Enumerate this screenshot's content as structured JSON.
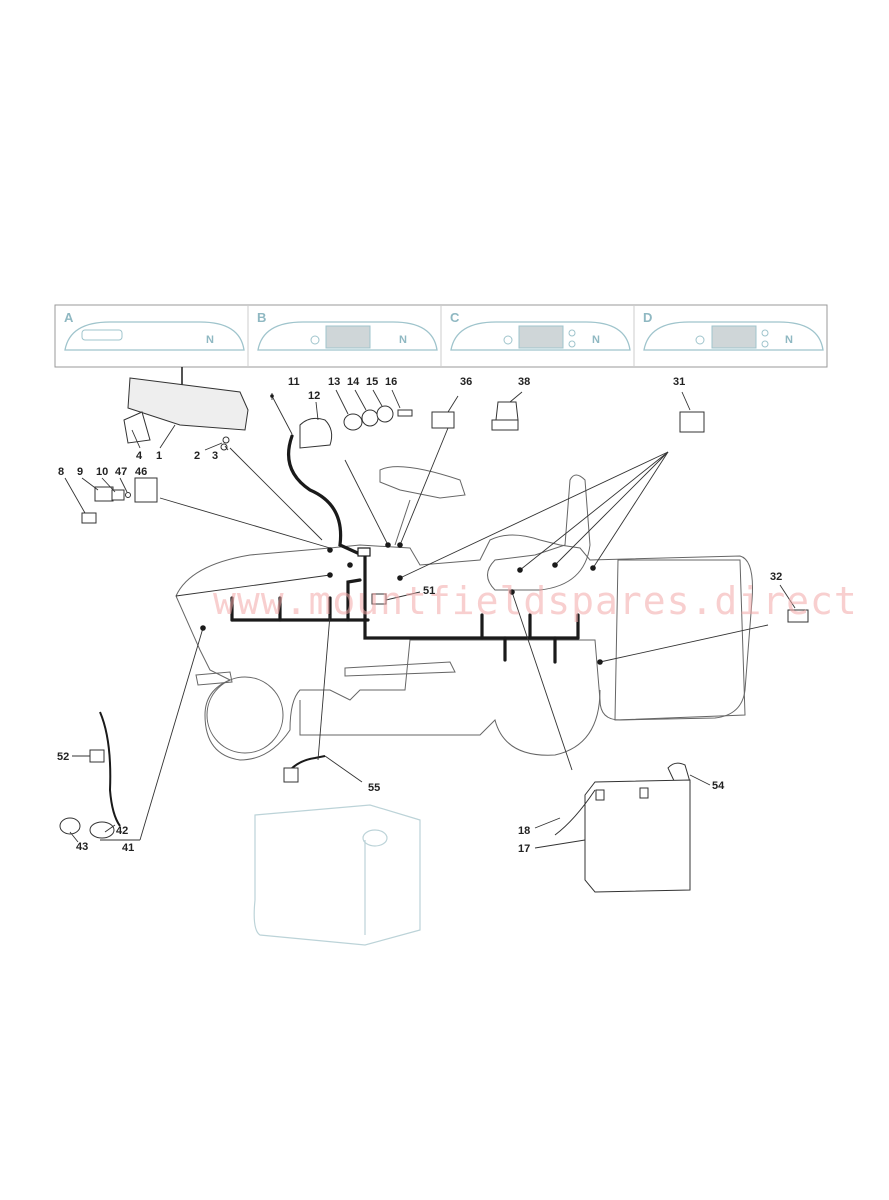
{
  "variants": [
    "A",
    "B",
    "C",
    "D"
  ],
  "panel_symbol": "N",
  "watermark": "www.mountfieldspares.direct",
  "callouts": {
    "c1": "1",
    "c2": "2",
    "c3": "3",
    "c4": "4",
    "c8": "8",
    "c9": "9",
    "c10": "10",
    "c47": "47",
    "c46": "46",
    "c11": "11",
    "c12": "12",
    "c13": "13",
    "c14": "14",
    "c15": "15",
    "c16": "16",
    "c36": "36",
    "c38": "38",
    "c31": "31",
    "c32": "32",
    "c51": "51",
    "c52": "52",
    "c42": "42",
    "c43": "43",
    "c41": "41",
    "c55": "55",
    "c54": "54",
    "c18": "18",
    "c17": "17"
  },
  "colors": {
    "line": "#1a1a1a",
    "ghost": "#9fc4cc",
    "outline": "#555555",
    "watermark": "#f3a8a8"
  }
}
